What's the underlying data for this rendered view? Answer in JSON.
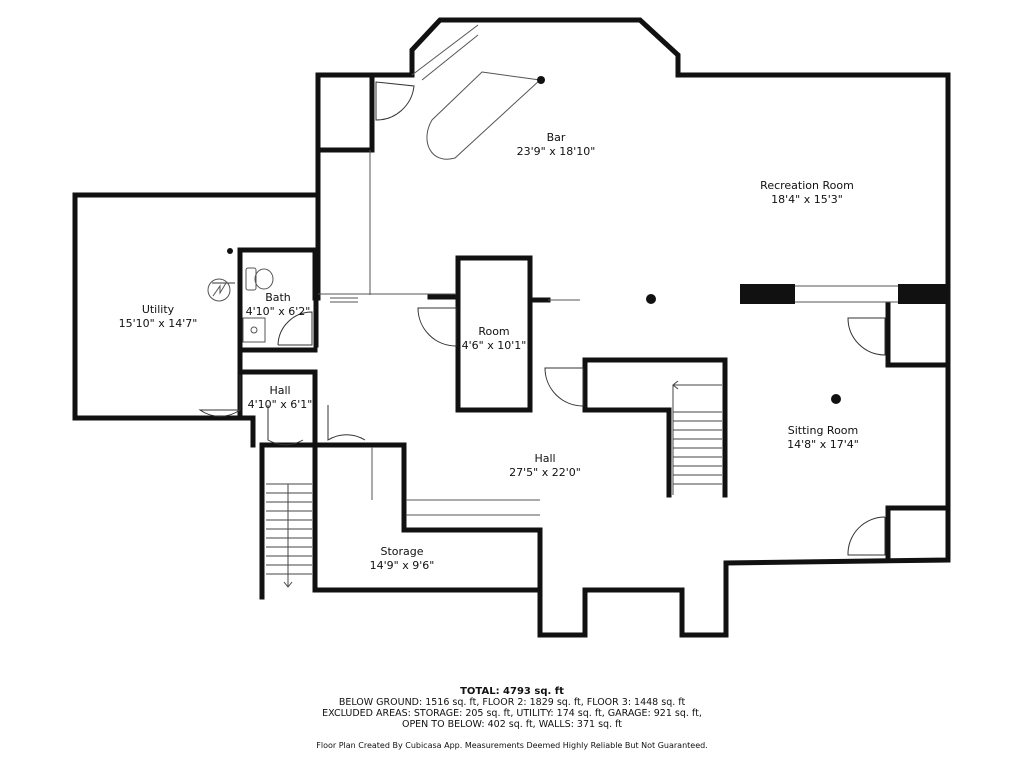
{
  "rooms": {
    "bar": {
      "name": "Bar",
      "dims": "23'9\" x 18'10\""
    },
    "recreation": {
      "name": "Recreation Room",
      "dims": "18'4\" x 15'3\""
    },
    "utility": {
      "name": "Utility",
      "dims": "15'10\" x 14'7\""
    },
    "bath": {
      "name": "Bath",
      "dims": "4'10\" x 6'2\""
    },
    "room": {
      "name": "Room",
      "dims": "4'6\" x 10'1\""
    },
    "hall_small": {
      "name": "Hall",
      "dims": "4'10\" x 6'1\""
    },
    "hall_main": {
      "name": "Hall",
      "dims": "27'5\" x 22'0\""
    },
    "sitting": {
      "name": "Sitting Room",
      "dims": "14'8\" x 17'4\""
    },
    "storage": {
      "name": "Storage",
      "dims": "14'9\" x 9'6\""
    }
  },
  "summary": {
    "total": "TOTAL: 4793 sq. ft",
    "line1": "BELOW GROUND: 1516 sq. ft, FLOOR 2: 1829 sq. ft, FLOOR 3: 1448 sq. ft",
    "line2": "EXCLUDED AREAS: STORAGE: 205 sq. ft, UTILITY: 174 sq. ft, GARAGE: 921 sq. ft,",
    "line3": "OPEN TO BELOW: 402 sq. ft, WALLS: 371 sq. ft"
  },
  "credit": "Floor Plan Created By Cubicasa App. Measurements Deemed Highly Reliable But Not Guaranteed."
}
